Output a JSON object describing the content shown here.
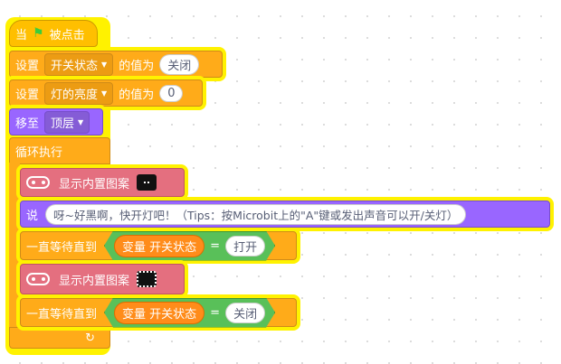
{
  "script": {
    "hat": {
      "when": "当",
      "flag_icon": "green-flag-icon",
      "clicked": "被点击"
    },
    "set1": {
      "label": "设置",
      "variable": "开关状态",
      "value_label": "的值为",
      "value": "关闭"
    },
    "set2": {
      "label": "设置",
      "variable": "灯的亮度",
      "value_label": "的值为",
      "value": "0"
    },
    "goto": {
      "label": "移至",
      "target": "顶层"
    },
    "forever": {
      "label": "循环执行"
    },
    "show1": {
      "label": "显示内置图案"
    },
    "say": {
      "label": "说",
      "text": "呀~好黑啊，快开灯吧！（Tips：按Microbit上的\"A\"键或发出声音可以开/关灯）"
    },
    "wait1": {
      "label": "一直等待直到",
      "var_label": "变量 开关状态",
      "eq": "=",
      "value": "打开"
    },
    "show2": {
      "label": "显示内置图案"
    },
    "wait2": {
      "label": "一直等待直到",
      "var_label": "变量 开关状态",
      "eq": "=",
      "value": "关闭"
    },
    "loop_arrow": "↻"
  },
  "colors": {
    "events": "#ffbf00",
    "variables": "#ffab19",
    "looks": "#9966ff",
    "control": "#ffab19",
    "extension": "#e46f7f",
    "operators": "#59c059",
    "highlight": "#fff200"
  }
}
